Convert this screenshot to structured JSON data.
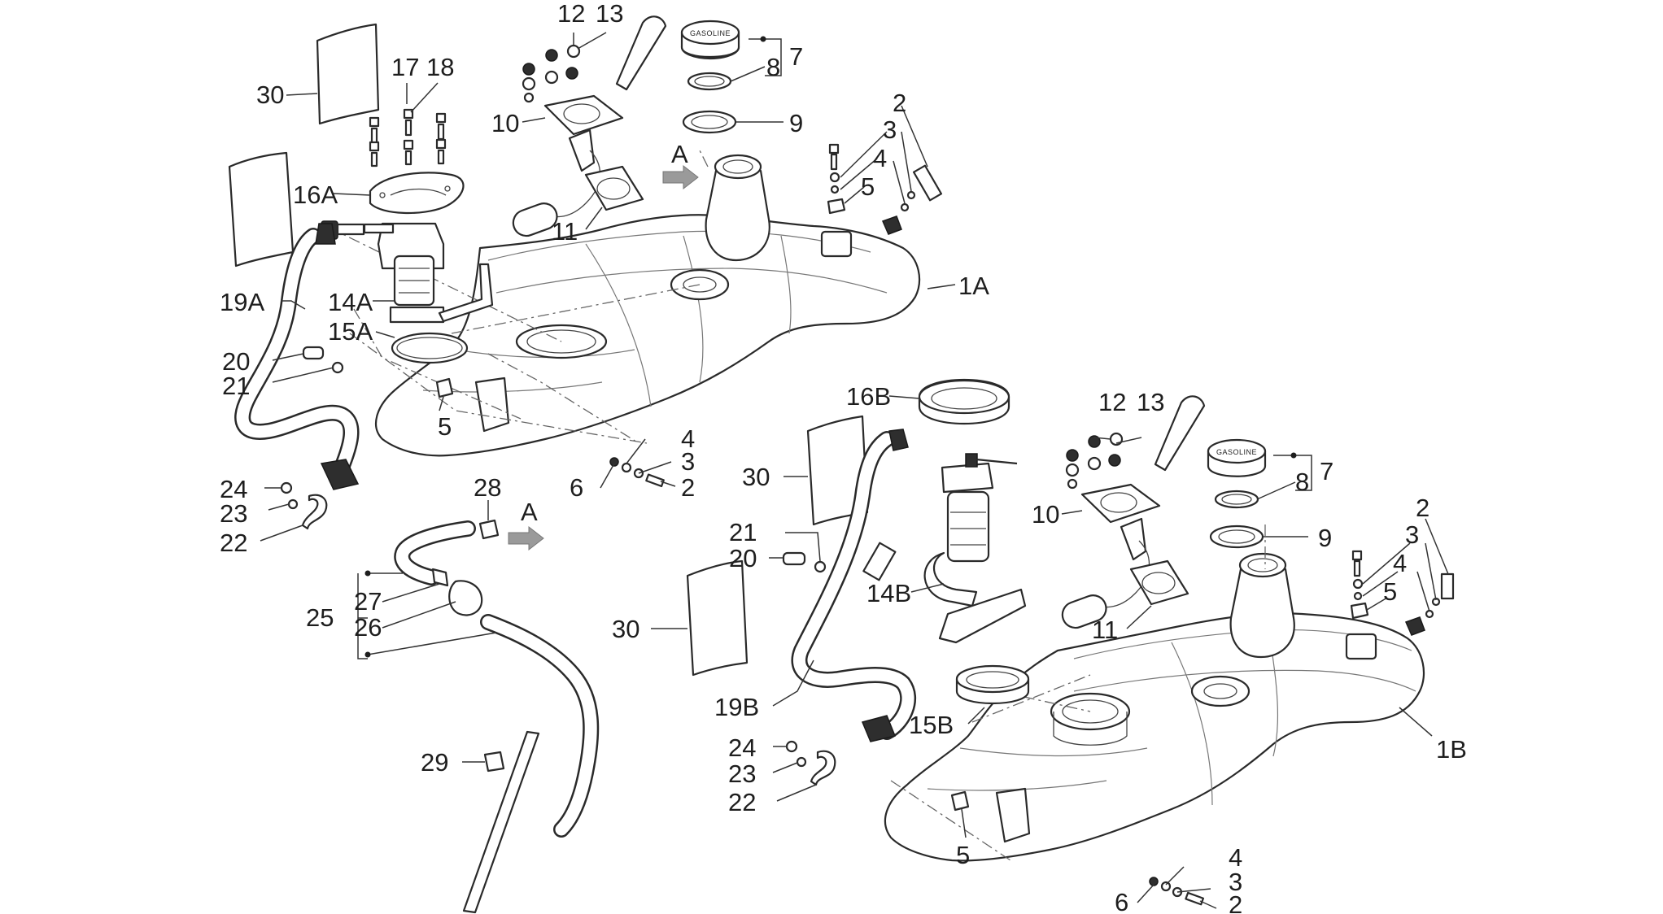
{
  "callouts": {
    "c_30_top": "30",
    "c_17": "17",
    "c_18": "18",
    "c_16A": "16A",
    "c_19A": "19A",
    "c_14A": "14A",
    "c_15A": "15A",
    "c_20_left": "20",
    "c_21_left": "21",
    "c_24_left": "24",
    "c_23_left": "23",
    "c_22_left": "22",
    "c_12_top": "12",
    "c_13_top": "13",
    "c_10_top": "10",
    "c_11_top": "11",
    "c_7_top": "7",
    "c_8_top": "8",
    "c_9_top": "9",
    "c_A_top": "A",
    "c_2_top": "2",
    "c_3_top": "3",
    "c_4_top": "4",
    "c_5_top": "5",
    "c_1A": "1A",
    "c_5_left": "5",
    "c_4_mid": "4",
    "c_3_mid": "3",
    "c_6_mid": "6",
    "c_2_mid": "2",
    "c_28": "28",
    "c_A_mid": "A",
    "c_27": "27",
    "c_25": "25",
    "c_26": "26",
    "c_29": "29",
    "c_16B": "16B",
    "c_30_mid": "30",
    "c_21_right": "21",
    "c_20_right": "20",
    "c_30_low": "30",
    "c_14B": "14B",
    "c_19B": "19B",
    "c_24_right": "24",
    "c_23_right": "23",
    "c_22_right": "22",
    "c_15B": "15B",
    "c_12_right": "12",
    "c_13_right": "13",
    "c_10_right": "10",
    "c_11_right": "11",
    "c_7_right": "7",
    "c_8_right": "8",
    "c_9_right": "9",
    "c_2_right": "2",
    "c_3_right": "3",
    "c_4_right": "4",
    "c_5_right": "5",
    "c_1B": "1B",
    "c_5_bottom": "5",
    "c_4_bottom": "4",
    "c_3_bottom": "3",
    "c_6_bottom": "6",
    "c_2_bottom": "2"
  },
  "cap_marking": "GASOLINE",
  "colors": {
    "line": "#2a2a2a",
    "arrow": "#9a9a9a",
    "background": "#ffffff"
  }
}
